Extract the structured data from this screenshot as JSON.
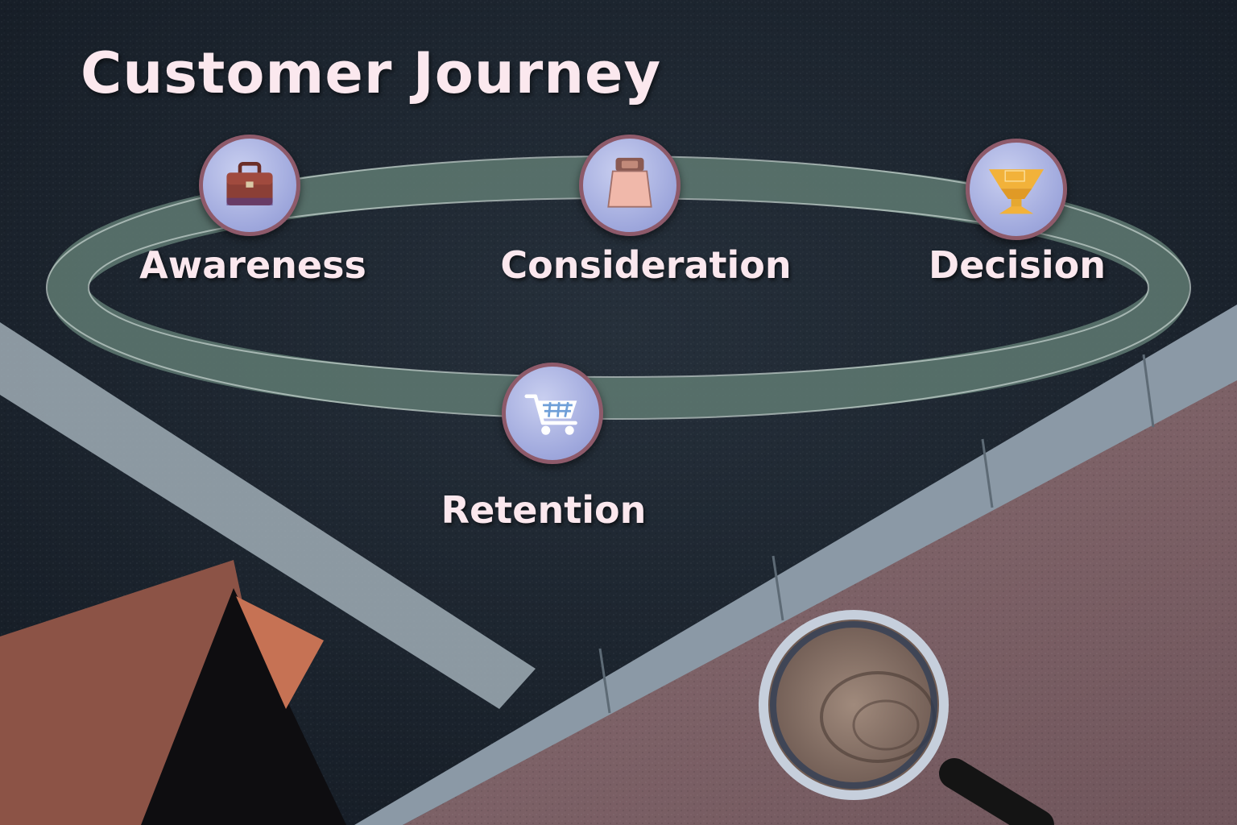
{
  "diagram": {
    "title": "Customer Journey",
    "stages": [
      {
        "id": "awareness",
        "label": "Awareness",
        "icon": "briefcase-icon"
      },
      {
        "id": "consideration",
        "label": "Consideration",
        "icon": "shopping-bag-icon"
      },
      {
        "id": "decision",
        "label": "Decision",
        "icon": "trophy-icon"
      },
      {
        "id": "retention",
        "label": "Retention",
        "icon": "shopping-cart-icon"
      }
    ]
  },
  "colors": {
    "title_text": "#fbe8ee",
    "icon_fill": "#9ea7dc",
    "icon_border": "#8e5a6a",
    "loop_track": "#5f7a72",
    "asphalt": "#1c2530",
    "sidewalk": "#7a5f64"
  }
}
